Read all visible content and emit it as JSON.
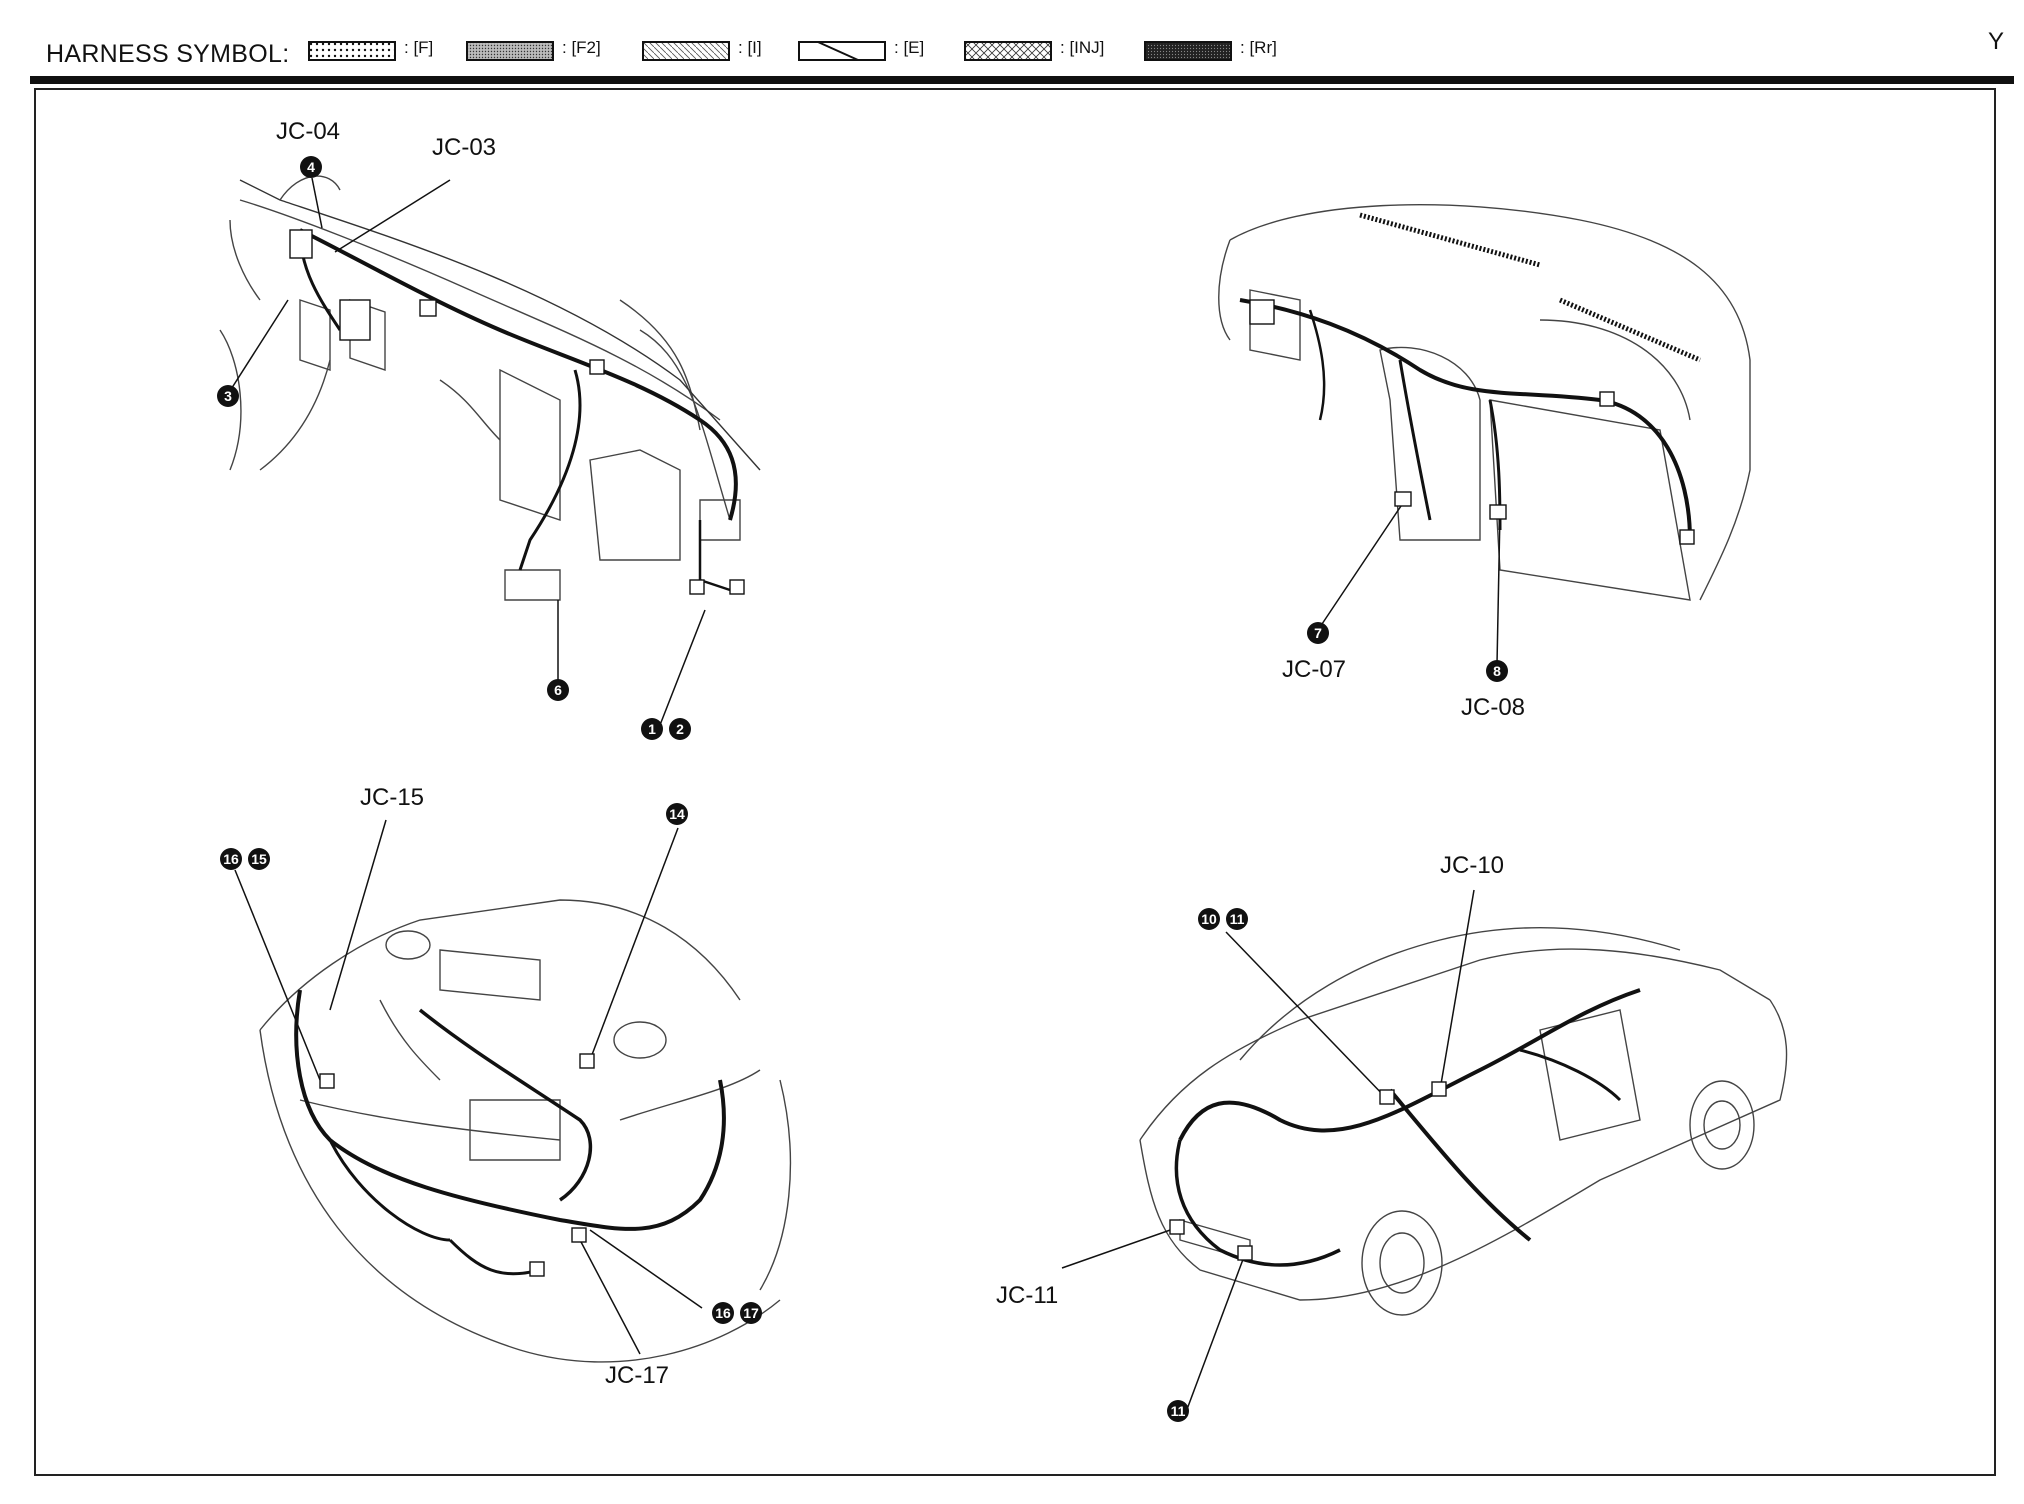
{
  "header": {
    "harness_label": "HARNESS SYMBOL:",
    "page_letter": "Y",
    "symbols": [
      {
        "code": ": [F]",
        "pattern": "dots"
      },
      {
        "code": ": [F2]",
        "pattern": "fine-dots"
      },
      {
        "code": ": [I]",
        "pattern": "light-hatch"
      },
      {
        "code": ": [E]",
        "pattern": "diagonal"
      },
      {
        "code": ": [INJ]",
        "pattern": "cross-hatch"
      },
      {
        "code": ": [Rr]",
        "pattern": "dense-dots"
      }
    ]
  },
  "views": {
    "dashboard_left": {
      "labels": {
        "jc04": "JC-04",
        "jc03": "JC-03"
      },
      "markers": {
        "m4": "4",
        "m3": "3",
        "m6": "6",
        "m1": "1",
        "m2": "2"
      }
    },
    "dashboard_right": {
      "labels": {
        "jc07": "JC-07",
        "jc08": "JC-08"
      },
      "markers": {
        "m7": "7",
        "m8": "8"
      }
    },
    "engine_bay": {
      "labels": {
        "jc15": "JC-15",
        "jc17": "JC-17"
      },
      "markers": {
        "m16a": "16",
        "m15": "15",
        "m14": "14",
        "m16b": "16",
        "m17": "17"
      }
    },
    "car_rear": {
      "labels": {
        "jc10": "JC-10",
        "jc11": "JC-11"
      },
      "markers": {
        "m10": "10",
        "m11a": "11",
        "m11b": "11"
      }
    }
  }
}
